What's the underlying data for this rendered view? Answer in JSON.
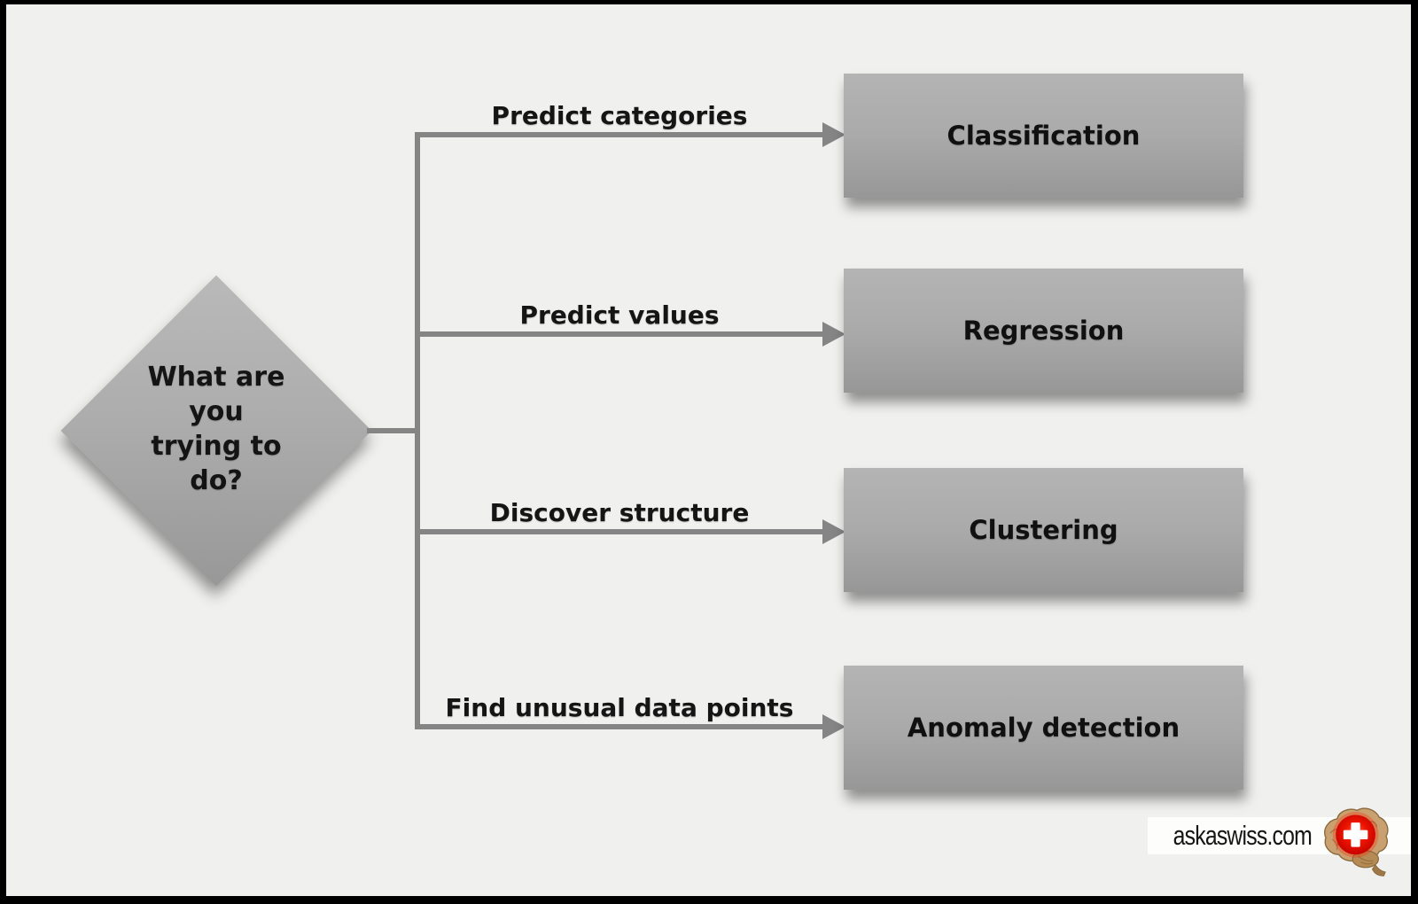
{
  "diagram": {
    "decision_node": {
      "question": "What are you trying to do?",
      "lines": [
        "What are",
        "you",
        "trying to",
        "do?"
      ]
    },
    "branches": [
      {
        "condition": "Predict categories",
        "result": "Classification"
      },
      {
        "condition": "Predict values",
        "result": "Regression"
      },
      {
        "condition": "Discover structure",
        "result": "Clustering"
      },
      {
        "condition": "Find unusual data points",
        "result": "Anomaly detection"
      }
    ]
  },
  "watermark": {
    "text": "askaswiss.com",
    "icon": "brain-swiss-cross-icon"
  },
  "colors": {
    "background": "#f0f0ee",
    "frame": "#000000",
    "node_fill_top": "#b4b4b4",
    "node_fill_bottom": "#979797",
    "connector": "#858585",
    "text": "#141414",
    "watermark_band": "#fbfbfa",
    "swiss_red": "#e00000"
  }
}
